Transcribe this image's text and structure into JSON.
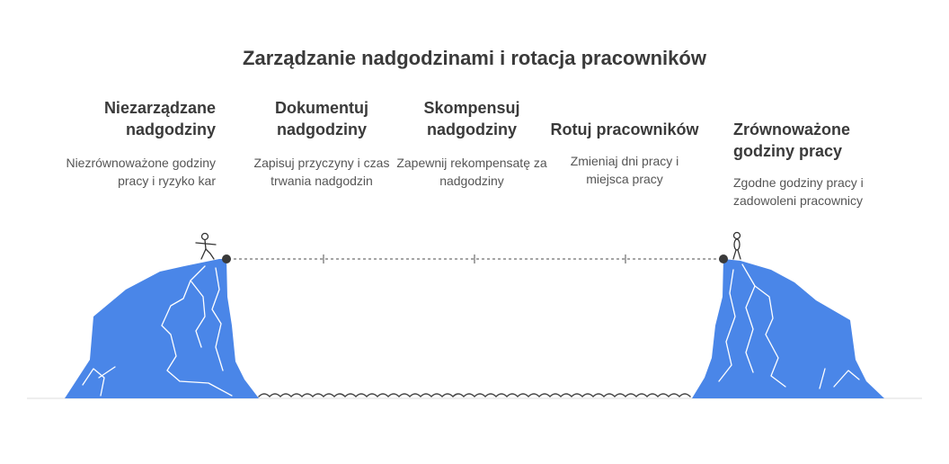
{
  "title": "Zarządzanie nadgodzinami i rotacja pracowników",
  "steps": [
    {
      "title": "Niezarządzane nadgodziny",
      "description": "Niezrównoważone godziny pracy i ryzyko kar"
    },
    {
      "title": "Dokumentuj nadgodziny",
      "description": "Zapisuj przyczyny i czas trwania nadgodzin"
    },
    {
      "title": "Skompensuj nadgodziny",
      "description": "Zapewnij rekompensatę za nadgodziny"
    },
    {
      "title": "Rotuj pracowników",
      "description": "Zmieniaj dni pracy i miejsca pracy"
    },
    {
      "title": "Zrównoważone godziny pracy",
      "description": "Zgodne godziny pracy i zadowoleni pracownicy"
    }
  ],
  "colors": {
    "cliff": "#4a86e8",
    "cliff_line": "#ffffff",
    "rope": "#888888",
    "text": "#3a3a3a"
  },
  "icons": {
    "left_figure": "stick-figure-walking-icon",
    "right_figure": "stick-figure-standing-icon",
    "water": "wave-icon"
  }
}
